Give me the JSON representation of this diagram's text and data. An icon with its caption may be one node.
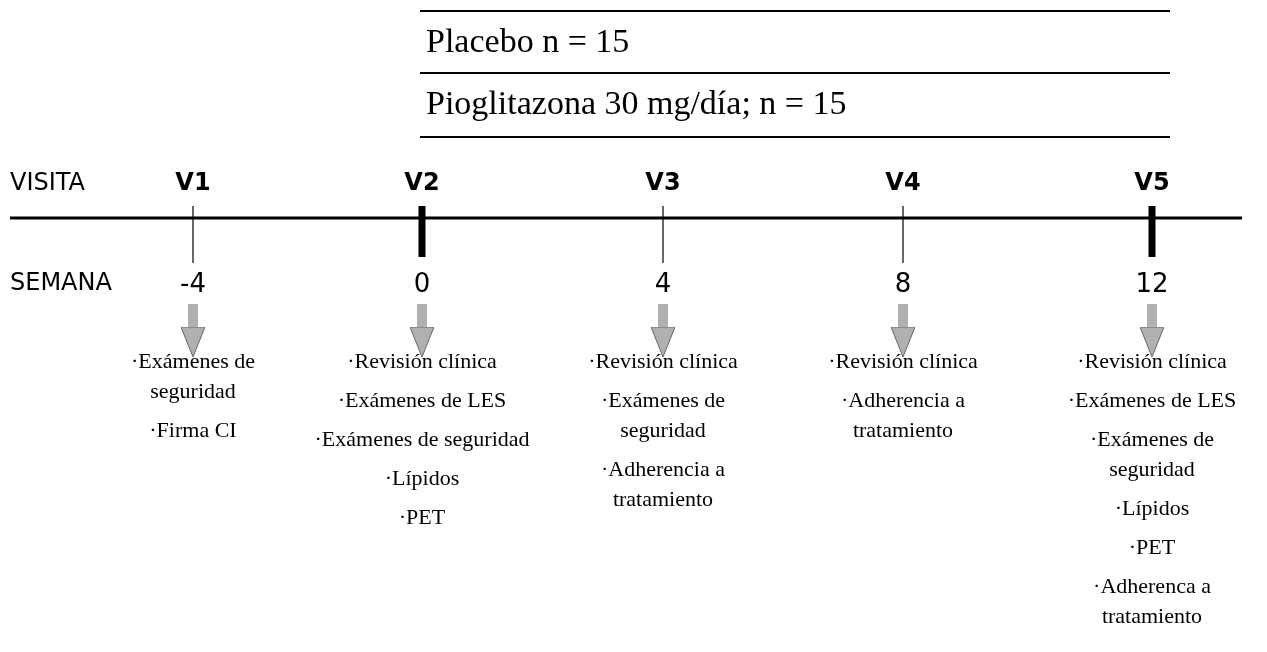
{
  "diagram": {
    "nodes": [
      {
        "text": [
          "Placebo  n = 15"
        ]
      },
      {
        "text": [
          "Pioglitazona 30 mg/día; n = 15"
        ]
      },
      {
        "text": [
          "-4"
        ],
        "beside": [
          "V1"
        ]
      },
      {
        "text": [
          "·Exámenes de seguridad",
          "·Firma CI"
        ]
      },
      {
        "text": [
          "0"
        ],
        "beside": [
          "V2"
        ]
      },
      {
        "text": [
          "·Revisión clínica",
          "·Exámenes de LES",
          "·Exámenes de seguridad",
          "·Lípidos",
          "·PET"
        ]
      },
      {
        "text": [
          "4"
        ],
        "beside": [
          "V3"
        ]
      },
      {
        "text": [
          "·Revisión clínica",
          "·Exámenes de seguridad",
          "·Adherencia a tratamiento"
        ]
      },
      {
        "text": [
          "8"
        ],
        "beside": [
          "V4"
        ]
      },
      {
        "text": [
          "·Revisión clínica",
          "·Adherencia a tratamiento"
        ]
      },
      {
        "text": [
          "12"
        ],
        "beside": [
          "V5"
        ]
      },
      {
        "text": [
          "·Revisión clínica",
          "·Exámenes de LES",
          "·Exámenes de seguridad",
          "·Lípidos",
          "·PET",
          "·Adherenca a tratamiento"
        ]
      }
    ],
    "edges": [
      {
        "from": 2,
        "to": 3,
        "arrow": "to"
      },
      {
        "from": 4,
        "to": 5,
        "arrow": "to"
      },
      {
        "from": 6,
        "to": 7,
        "arrow": "to"
      },
      {
        "from": 8,
        "to": 9,
        "arrow": "to"
      },
      {
        "from": 10,
        "to": 11,
        "arrow": "to"
      }
    ],
    "labels": [
      "VISITA",
      "SEMANA"
    ]
  }
}
